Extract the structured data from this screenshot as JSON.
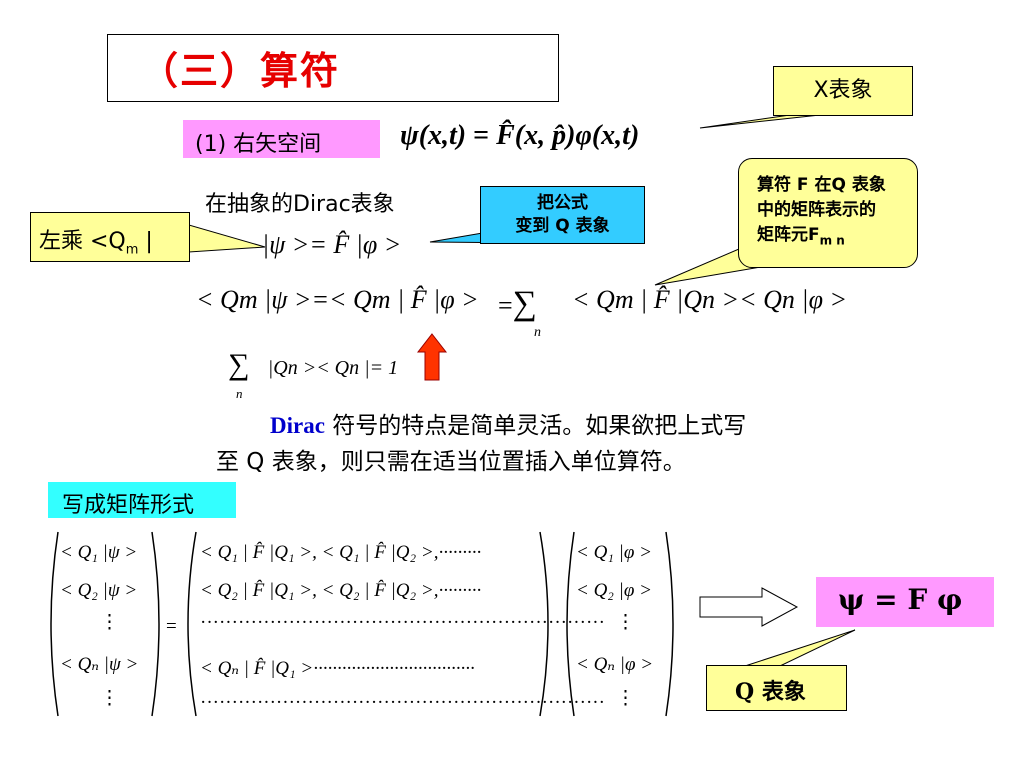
{
  "title": "（三）算符",
  "right_space_label": "(1) 右矢空间",
  "eq_main": {
    "psi": "ψ",
    "args": "(x,t)",
    "eq": " = ",
    "F": "F̂",
    "fargs": "(x, p̂)",
    "phi": "φ",
    "phiargs": "(x,t)"
  },
  "callout_x": "X表象",
  "callout_f": {
    "line1": "算符 F  在Q 表象",
    "line2": "中的矩阵表示的",
    "line3_prefix": "矩阵元F",
    "line3_sub": "m n"
  },
  "dirac_rep_text": "在抽象的Dirac表象",
  "callout_cyan": {
    "line1": "把公式",
    "line2": "变到 Q 表象"
  },
  "callout_left": {
    "prefix": "左乘 <Q",
    "sub": "m",
    "suffix": " |"
  },
  "eq_ket": "|ψ >= F̂ |φ >",
  "eq_proj_left": "< Qm |ψ >=< Qm | F̂ |φ >",
  "eq_proj_eq": "=",
  "sum_sub": "n",
  "eq_proj_right": "< Qm | F̂ |Qn >< Qn |φ >",
  "eq_completeness": "|Qn >< Qn |= 1",
  "note": {
    "dirac": "Dirac",
    "line1_rest": " 符号的特点是简单灵活。如果欲把上式写",
    "line2": "至 Q 表象，则只需在适当位置插入单位算符。"
  },
  "matrix_label": "写成矩阵形式",
  "psi_eq": "ψ = F φ",
  "callout_q": "Q 表象",
  "colors": {
    "title_red": "#e60000",
    "pink": "#ff99ff",
    "yellow": "#ffff99",
    "cyan_label": "#33ffff",
    "cyan_callout": "#33ccff",
    "arrow_red": "#ff0000",
    "dirac_blue": "#0000cc"
  }
}
